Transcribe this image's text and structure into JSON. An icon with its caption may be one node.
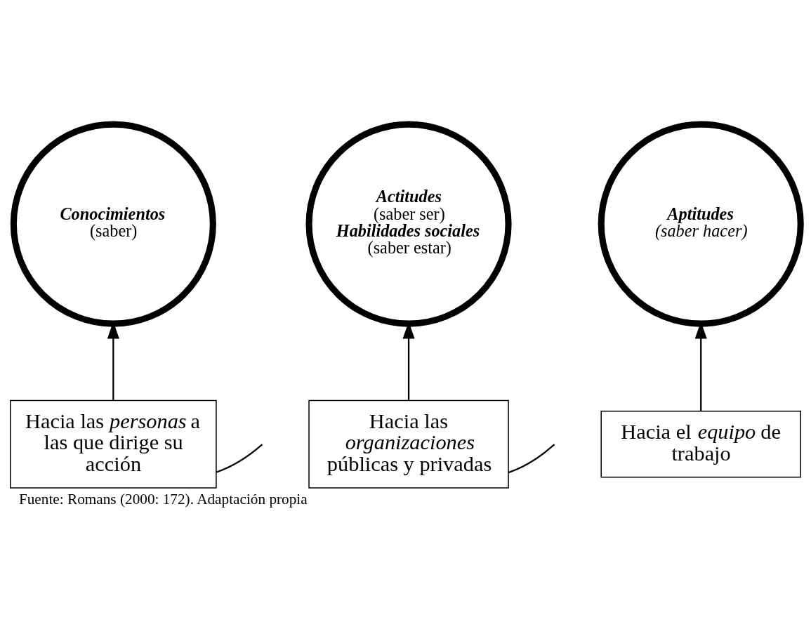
{
  "diagram": {
    "caption": "Fuente: Romans (2000: 172). Adaptación propia",
    "nodes": [
      {
        "text": [
          "Conocimientos",
          "(saber)"
        ]
      },
      {
        "text": [
          "Aptitudes",
          "(saber hacer)"
        ]
      },
      {
        "text": [
          "Actitudes",
          "(saber ser)",
          "Habilidades sociales",
          "(saber estar)"
        ]
      },
      {
        "text": [
          "Hacia las *personas* a las que dirige su acción"
        ]
      },
      {
        "text": [
          "Hacia las *organizaciones* públicas y privadas"
        ]
      },
      {
        "text": [
          "Hacia el *equipo* de trabajo"
        ]
      }
    ],
    "edges": [
      {
        "from": 3,
        "to": 0,
        "arrow": "to"
      },
      {
        "from": 4,
        "to": 2,
        "arrow": "to"
      },
      {
        "from": 5,
        "to": 1,
        "arrow": "to"
      },
      {
        "from": 3,
        "to": null,
        "arrow": "none"
      },
      {
        "from": 4,
        "to": null,
        "arrow": "none"
      }
    ]
  }
}
